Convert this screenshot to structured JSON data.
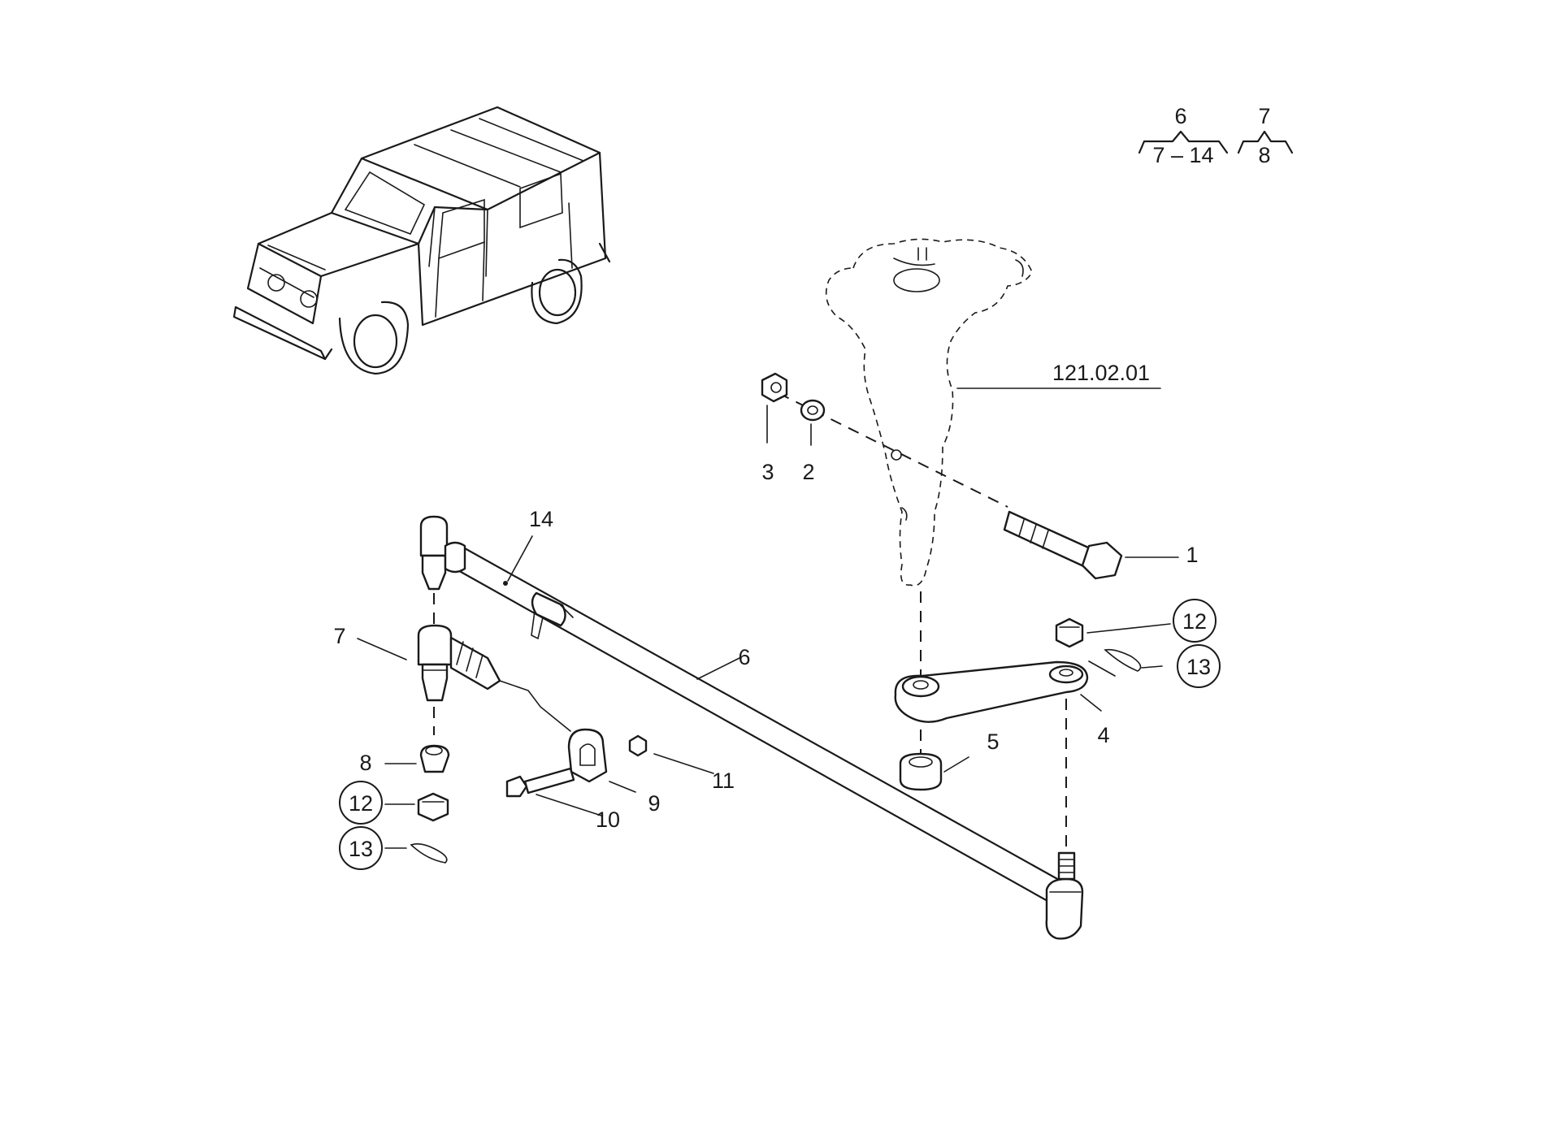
{
  "legend": {
    "group_a_top": "6",
    "group_a_bottom": "7 – 14",
    "group_b_top": "7",
    "group_b_bottom": "8"
  },
  "reference_label": "121.02.01",
  "callouts": {
    "c1": "1",
    "c2": "2",
    "c3": "3",
    "c4": "4",
    "c5": "5",
    "c6": "6",
    "c7": "7",
    "c8": "8",
    "c9": "9",
    "c10": "10",
    "c11": "11",
    "c12_right": "12",
    "c13_right": "13",
    "c12_left": "12",
    "c13_left": "13",
    "c14": "14"
  }
}
